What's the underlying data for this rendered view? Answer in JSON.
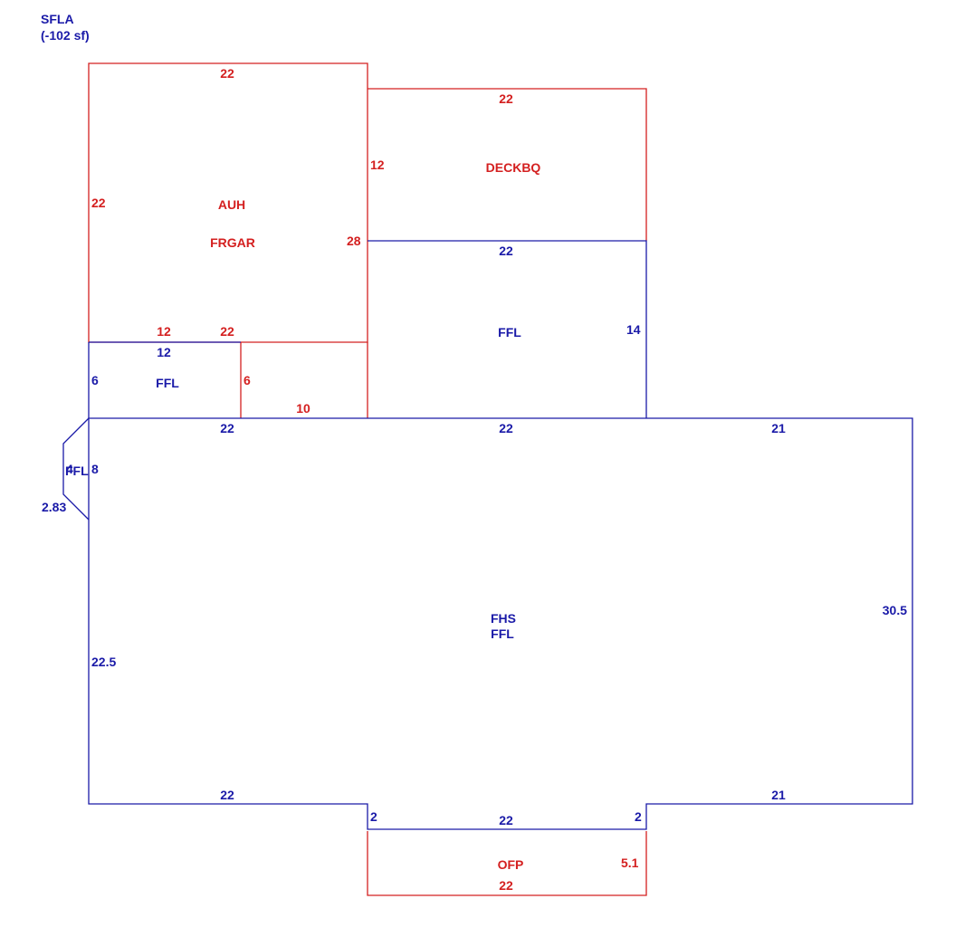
{
  "header": {
    "title": "SFLA",
    "subtitle": "(-102 sf)"
  },
  "colors": {
    "living": "#1a1aa8",
    "non_living": "#d42020"
  },
  "areas": {
    "garage": {
      "code1": "AUH",
      "code2": "FRGAR",
      "top": "22",
      "left": "22",
      "right": "28",
      "bottom_a": "12",
      "bottom_b": "22"
    },
    "deck": {
      "code": "DECKBQ",
      "top": "22",
      "left": "12"
    },
    "ffl_small": {
      "code": "FFL",
      "top": "12",
      "left": "6",
      "right": "6",
      "bottom": "10"
    },
    "ffl_upper": {
      "code": "FFL",
      "top": "22",
      "right": "14"
    },
    "bay": {
      "code": "FFL",
      "side": "8",
      "diag": "2.83",
      "small": "4"
    },
    "main": {
      "code1": "FHS",
      "code2": "FFL",
      "top_left": "22",
      "top_mid": "22",
      "top_right": "21",
      "left": "22.5",
      "right": "30.5",
      "bottom_left": "22",
      "bottom_right": "21",
      "step_left": "2",
      "step_right": "2",
      "bottom_mid": "22"
    },
    "porch": {
      "code": "OFP",
      "bottom": "22",
      "right": "5.1"
    }
  }
}
